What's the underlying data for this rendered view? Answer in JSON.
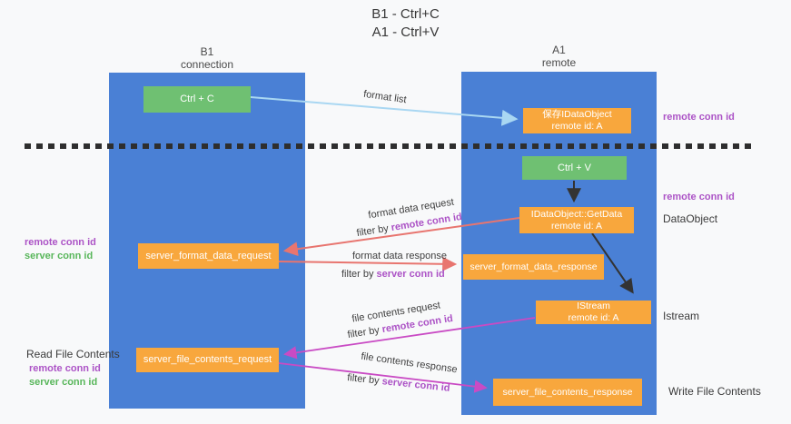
{
  "title": {
    "line1": "B1 - Ctrl+C",
    "line2": "A1 - Ctrl+V"
  },
  "columns": {
    "left": {
      "header_line1": "B1",
      "header_line2": "connection"
    },
    "right": {
      "header_line1": "A1",
      "header_line2": "remote"
    }
  },
  "boxes": {
    "ctrl_c": "Ctrl + C",
    "ctrl_v": "Ctrl + V",
    "save_idataobject_line1": "保存IDataObject",
    "save_idataobject_line2": "remote id: A",
    "getdata_line1": "IDataObject::GetData",
    "getdata_line2": "remote id: A",
    "istream_line1": "IStream",
    "istream_line2": "remote id: A",
    "server_format_data_request": "server_format_data_request",
    "server_format_data_response": "server_format_data_response",
    "server_file_contents_request": "server_file_contents_request",
    "server_file_contents_response": "server_file_contents_response"
  },
  "labels": {
    "format_list": "format list",
    "format_data_request": "format data request",
    "format_data_response": "format data response",
    "file_contents_request": "file contents request",
    "file_contents_response": "file contents response",
    "filter_by": "filter by",
    "remote_conn_id": "remote conn id",
    "server_conn_id": "server conn id",
    "read_file_contents": "Read File Contents",
    "write_file_contents": "Write File Contents",
    "dataobject": "DataObject",
    "istream": "Istream"
  },
  "colors": {
    "column_blue": "#4a80d5",
    "box_orange": "#f8a73d",
    "box_green": "#6fc072",
    "arrow_light_blue": "#a9d7f2",
    "arrow_black": "#333333",
    "arrow_salmon": "#e8756f",
    "arrow_magenta": "#c94bc4",
    "text_purple": "#ac53c6",
    "text_green": "#58b65a"
  }
}
